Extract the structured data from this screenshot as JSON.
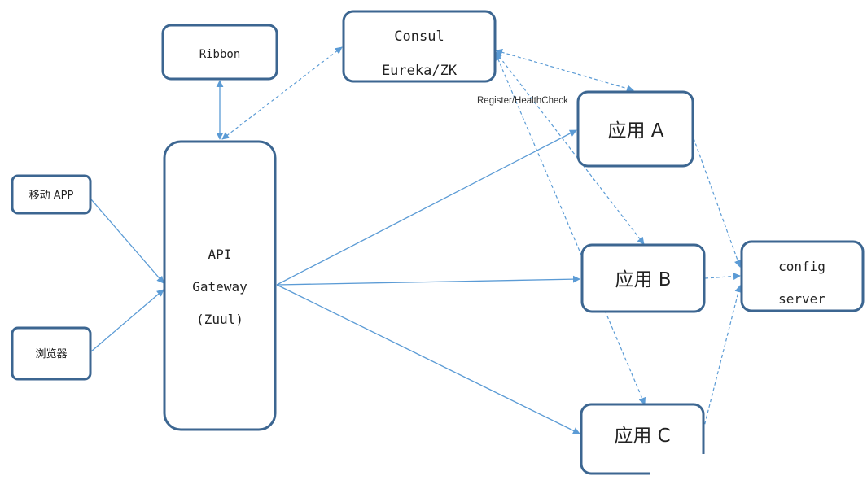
{
  "nodes": {
    "ribbon": {
      "label": "Ribbon"
    },
    "registry": {
      "line1": "Consul",
      "line2": "Eureka/ZK"
    },
    "mobile_app": {
      "label": "移动 APP"
    },
    "browser": {
      "label": "浏览器"
    },
    "gateway": {
      "line1": "API",
      "line2": "Gateway",
      "line3": "(Zuul)"
    },
    "app_a": {
      "label": "应用 A"
    },
    "app_b": {
      "label": "应用 B"
    },
    "app_c": {
      "label": "应用 C"
    },
    "config_server": {
      "line1": "config",
      "line2": "server"
    }
  },
  "edge_labels": {
    "register_healthcheck": "Register/HealthCheck"
  },
  "colors": {
    "node_border": "#3c6691",
    "edge": "#5b9bd5"
  }
}
